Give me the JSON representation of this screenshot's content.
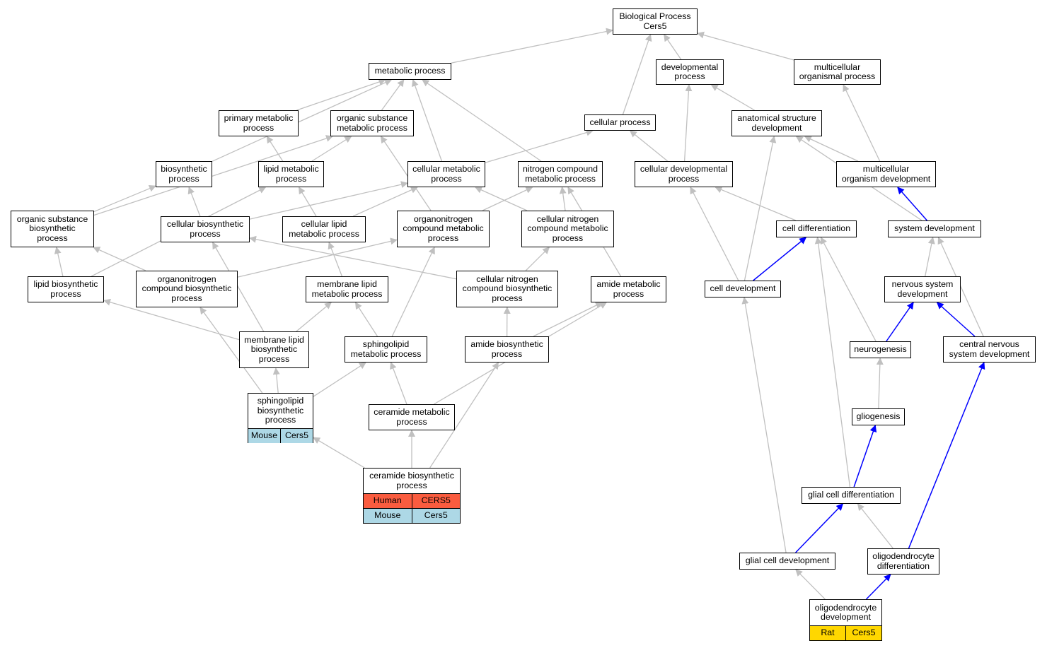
{
  "colors": {
    "edge_default": "#c0c0c0",
    "edge_highlight": "#0000ff",
    "human": "#fa5c3f",
    "mouse": "#add8e6",
    "rat": "#ffd700"
  },
  "nodes": {
    "bp_root": "Biological Process\nCers5",
    "metabolic_process": "metabolic process",
    "developmental_process": "developmental\nprocess",
    "multicellular_organismal_process": "multicellular\norganismal process",
    "primary_metabolic_process": "primary metabolic\nprocess",
    "organic_substance_metabolic_process": "organic substance\nmetabolic process",
    "cellular_process": "cellular process",
    "anatomical_structure_development": "anatomical structure\ndevelopment",
    "biosynthetic_process": "biosynthetic\nprocess",
    "lipid_metabolic_process": "lipid metabolic\nprocess",
    "cellular_metabolic_process": "cellular metabolic\nprocess",
    "nitrogen_compound_metabolic_process": "nitrogen compound\nmetabolic process",
    "cellular_developmental_process": "cellular developmental\nprocess",
    "multicellular_organism_development": "multicellular\norganism development",
    "organic_substance_biosynthetic_process": "organic substance\nbiosynthetic\nprocess",
    "cellular_biosynthetic_process": "cellular biosynthetic\nprocess",
    "cellular_lipid_metabolic_process": "cellular lipid\nmetabolic process",
    "organonitrogen_compound_metabolic_process": "organonitrogen\ncompound metabolic\nprocess",
    "cellular_nitrogen_compound_metabolic_process": "cellular nitrogen\ncompound metabolic\nprocess",
    "cell_differentiation": "cell differentiation",
    "system_development": "system development",
    "lipid_biosynthetic_process": "lipid biosynthetic\nprocess",
    "organonitrogen_compound_biosynthetic_process": "organonitrogen\ncompound biosynthetic\nprocess",
    "membrane_lipid_metabolic_process": "membrane lipid\nmetabolic process",
    "cellular_nitrogen_compound_biosynthetic_process": "cellular nitrogen\ncompound biosynthetic\nprocess",
    "amide_metabolic_process": "amide metabolic\nprocess",
    "cell_development": "cell development",
    "nervous_system_development": "nervous system\ndevelopment",
    "membrane_lipid_biosynthetic_process": "membrane lipid\nbiosynthetic\nprocess",
    "sphingolipid_metabolic_process": "sphingolipid\nmetabolic process",
    "amide_biosynthetic_process": "amide biosynthetic\nprocess",
    "neurogenesis": "neurogenesis",
    "central_nervous_system_development": "central nervous\nsystem development",
    "ceramide_metabolic_process": "ceramide metabolic\nprocess",
    "gliogenesis": "gliogenesis",
    "glial_cell_differentiation": "glial cell differentiation",
    "glial_cell_development": "glial cell development",
    "oligodendrocyte_differentiation": "oligodendrocyte\ndifferentiation",
    "sphingolipid_biosynthetic_process": {
      "label": "sphingolipid\nbiosynthetic\nprocess",
      "rows": [
        {
          "species": "Mouse",
          "gene": "Cers5"
        }
      ]
    },
    "ceramide_biosynthetic_process": {
      "label": "ceramide biosynthetic\nprocess",
      "rows": [
        {
          "species": "Human",
          "gene": "CERS5"
        },
        {
          "species": "Mouse",
          "gene": "Cers5"
        }
      ]
    },
    "oligodendrocyte_development": {
      "label": "oligodendrocyte\ndevelopment",
      "rows": [
        {
          "species": "Rat",
          "gene": "Cers5"
        }
      ]
    }
  },
  "edges": [
    [
      "metabolic_process",
      "bp_root",
      "default"
    ],
    [
      "developmental_process",
      "bp_root",
      "default"
    ],
    [
      "multicellular_organismal_process",
      "bp_root",
      "default"
    ],
    [
      "cellular_process",
      "bp_root",
      "default"
    ],
    [
      "primary_metabolic_process",
      "metabolic_process",
      "default"
    ],
    [
      "organic_substance_metabolic_process",
      "metabolic_process",
      "default"
    ],
    [
      "biosynthetic_process",
      "metabolic_process",
      "default"
    ],
    [
      "cellular_metabolic_process",
      "metabolic_process",
      "default"
    ],
    [
      "nitrogen_compound_metabolic_process",
      "metabolic_process",
      "default"
    ],
    [
      "anatomical_structure_development",
      "developmental_process",
      "default"
    ],
    [
      "cellular_developmental_process",
      "developmental_process",
      "default"
    ],
    [
      "multicellular_organism_development",
      "multicellular_organismal_process",
      "default"
    ],
    [
      "lipid_metabolic_process",
      "primary_metabolic_process",
      "default"
    ],
    [
      "lipid_metabolic_process",
      "organic_substance_metabolic_process",
      "default"
    ],
    [
      "organonitrogen_compound_metabolic_process",
      "organic_substance_metabolic_process",
      "default"
    ],
    [
      "cellular_metabolic_process",
      "cellular_process",
      "default"
    ],
    [
      "cellular_developmental_process",
      "cellular_process",
      "default"
    ],
    [
      "organic_substance_biosynthetic_process",
      "organic_substance_metabolic_process",
      "default"
    ],
    [
      "organic_substance_biosynthetic_process",
      "biosynthetic_process",
      "default"
    ],
    [
      "cellular_biosynthetic_process",
      "biosynthetic_process",
      "default"
    ],
    [
      "cellular_biosynthetic_process",
      "cellular_metabolic_process",
      "default"
    ],
    [
      "cellular_lipid_metabolic_process",
      "lipid_metabolic_process",
      "default"
    ],
    [
      "cellular_lipid_metabolic_process",
      "cellular_metabolic_process",
      "default"
    ],
    [
      "organonitrogen_compound_metabolic_process",
      "nitrogen_compound_metabolic_process",
      "default"
    ],
    [
      "cellular_nitrogen_compound_metabolic_process",
      "nitrogen_compound_metabolic_process",
      "default"
    ],
    [
      "cellular_nitrogen_compound_metabolic_process",
      "cellular_metabolic_process",
      "default"
    ],
    [
      "cell_differentiation",
      "cellular_developmental_process",
      "default"
    ],
    [
      "multicellular_organism_development",
      "anatomical_structure_development",
      "default"
    ],
    [
      "system_development",
      "anatomical_structure_development",
      "default"
    ],
    [
      "system_development",
      "multicellular_organism_development",
      "highlight"
    ],
    [
      "lipid_biosynthetic_process",
      "lipid_metabolic_process",
      "default"
    ],
    [
      "lipid_biosynthetic_process",
      "organic_substance_biosynthetic_process",
      "default"
    ],
    [
      "organonitrogen_compound_biosynthetic_process",
      "organic_substance_biosynthetic_process",
      "default"
    ],
    [
      "organonitrogen_compound_biosynthetic_process",
      "organonitrogen_compound_metabolic_process",
      "default"
    ],
    [
      "membrane_lipid_metabolic_process",
      "cellular_lipid_metabolic_process",
      "default"
    ],
    [
      "cellular_nitrogen_compound_biosynthetic_process",
      "cellular_nitrogen_compound_metabolic_process",
      "default"
    ],
    [
      "cellular_nitrogen_compound_biosynthetic_process",
      "cellular_biosynthetic_process",
      "default"
    ],
    [
      "amide_metabolic_process",
      "nitrogen_compound_metabolic_process",
      "default"
    ],
    [
      "cell_development",
      "cell_differentiation",
      "highlight"
    ],
    [
      "cell_development",
      "cellular_developmental_process",
      "default"
    ],
    [
      "cell_development",
      "anatomical_structure_development",
      "default"
    ],
    [
      "nervous_system_development",
      "system_development",
      "default"
    ],
    [
      "membrane_lipid_biosynthetic_process",
      "lipid_biosynthetic_process",
      "default"
    ],
    [
      "membrane_lipid_biosynthetic_process",
      "membrane_lipid_metabolic_process",
      "default"
    ],
    [
      "membrane_lipid_biosynthetic_process",
      "cellular_biosynthetic_process",
      "default"
    ],
    [
      "sphingolipid_metabolic_process",
      "membrane_lipid_metabolic_process",
      "default"
    ],
    [
      "sphingolipid_metabolic_process",
      "organonitrogen_compound_metabolic_process",
      "default"
    ],
    [
      "amide_biosynthetic_process",
      "amide_metabolic_process",
      "default"
    ],
    [
      "amide_biosynthetic_process",
      "cellular_nitrogen_compound_biosynthetic_process",
      "default"
    ],
    [
      "neurogenesis",
      "nervous_system_development",
      "highlight"
    ],
    [
      "neurogenesis",
      "cell_differentiation",
      "default"
    ],
    [
      "central_nervous_system_development",
      "nervous_system_development",
      "highlight"
    ],
    [
      "central_nervous_system_development",
      "system_development",
      "default"
    ],
    [
      "ceramide_metabolic_process",
      "sphingolipid_metabolic_process",
      "default"
    ],
    [
      "ceramide_metabolic_process",
      "amide_metabolic_process",
      "default"
    ],
    [
      "gliogenesis",
      "neurogenesis",
      "default"
    ],
    [
      "glial_cell_differentiation",
      "gliogenesis",
      "highlight"
    ],
    [
      "glial_cell_differentiation",
      "cell_differentiation",
      "default"
    ],
    [
      "glial_cell_development",
      "glial_cell_differentiation",
      "highlight"
    ],
    [
      "glial_cell_development",
      "cell_development",
      "default"
    ],
    [
      "oligodendrocyte_differentiation",
      "glial_cell_differentiation",
      "default"
    ],
    [
      "oligodendrocyte_differentiation",
      "central_nervous_system_development",
      "highlight"
    ],
    [
      "sphingolipid_biosynthetic_process",
      "membrane_lipid_biosynthetic_process",
      "default"
    ],
    [
      "sphingolipid_biosynthetic_process",
      "sphingolipid_metabolic_process",
      "default"
    ],
    [
      "sphingolipid_biosynthetic_process",
      "organonitrogen_compound_biosynthetic_process",
      "default"
    ],
    [
      "ceramide_biosynthetic_process",
      "ceramide_metabolic_process",
      "default"
    ],
    [
      "ceramide_biosynthetic_process",
      "sphingolipid_biosynthetic_process",
      "default"
    ],
    [
      "ceramide_biosynthetic_process",
      "amide_biosynthetic_process",
      "default"
    ],
    [
      "oligodendrocyte_development",
      "glial_cell_development",
      "default"
    ],
    [
      "oligodendrocyte_development",
      "oligodendrocyte_differentiation",
      "highlight"
    ]
  ]
}
